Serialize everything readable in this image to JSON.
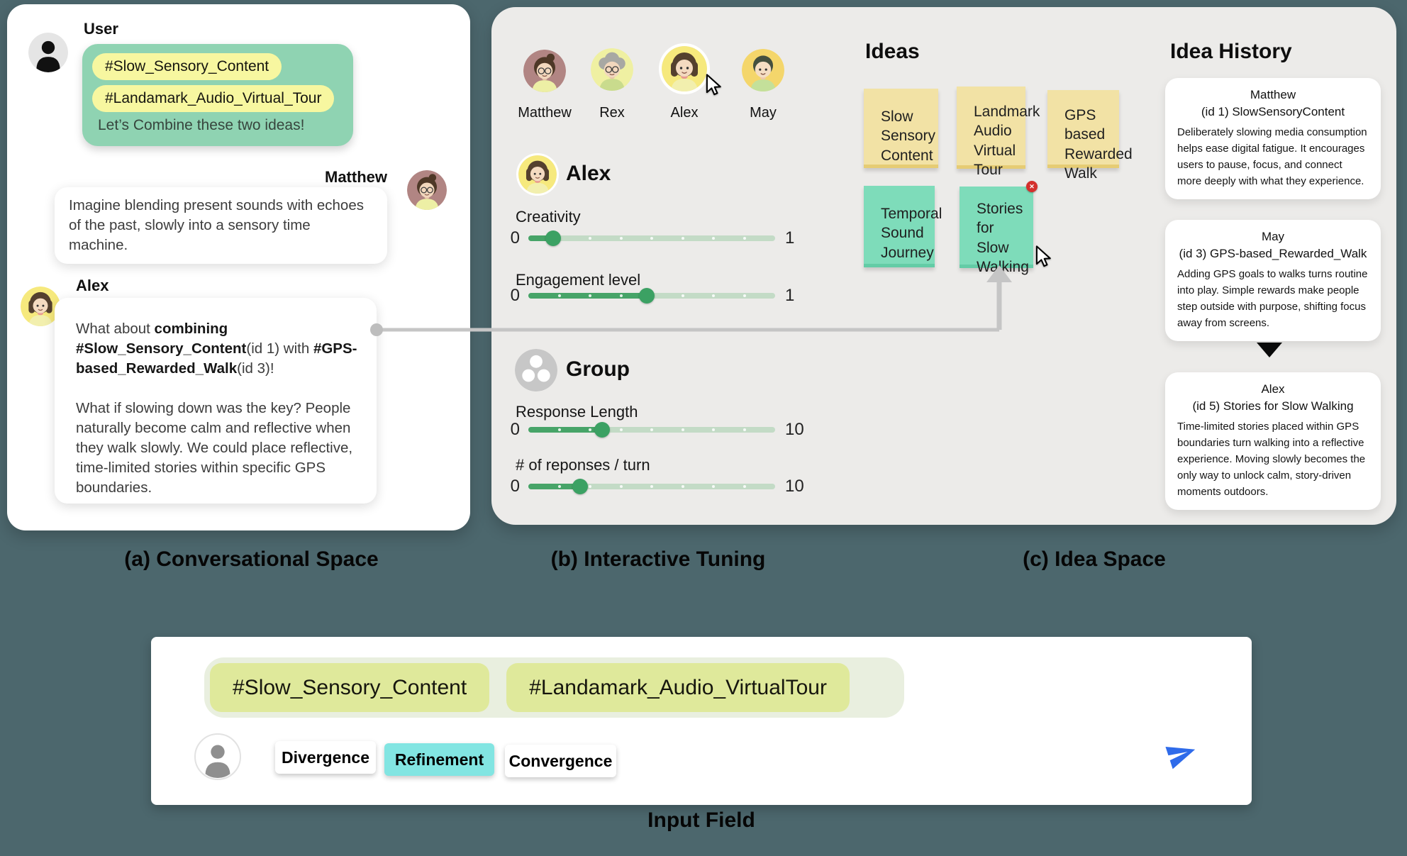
{
  "colors": {
    "background": "#4C676D",
    "panel_light": "#ECEBE9",
    "bubble_green": "#8FD3B2",
    "chip_yellow": "#F7F7A0",
    "note_yellow": "#F2E2A5",
    "note_green": "#7EDCBA",
    "slider_green": "#47A468",
    "refinement_cyan": "#82E5E2",
    "send_blue": "#2F6BEA",
    "badge_red": "#D4302C",
    "connector_gray": "#C5C5C5"
  },
  "conversation": {
    "caption": "(a) Conversational Space",
    "user": {
      "name": "User",
      "chips": [
        "#Slow_Sensory_Content",
        "#Landamark_Audio_Virtual_Tour"
      ],
      "message": "Let’s Combine these two ideas!"
    },
    "matthew": {
      "name": "Matthew",
      "message": "Imagine blending present sounds with echoes of the past, slowly into a sensory time machine."
    },
    "alex": {
      "name": "Alex",
      "p1": {
        "t1": "What about ",
        "b1": "combining #Slow_Sensory_Content",
        "t2": "(id 1) with ",
        "b2": "#GPS-based_Rewarded_Walk",
        "t3": "(id 3)!"
      },
      "p2": "What if slowing down was the key? People naturally become calm and reflective when they walk slowly. We could place reflective, time-limited stories within specific GPS boundaries."
    }
  },
  "tuning": {
    "caption": "(b) Interactive Tuning",
    "participants": [
      {
        "name": "Matthew"
      },
      {
        "name": "Rex"
      },
      {
        "name": "Alex"
      },
      {
        "name": "May"
      }
    ],
    "agent": {
      "name": "Alex",
      "sliders": [
        {
          "label": "Creativity",
          "min": "0",
          "max": "1",
          "value": 0.1
        },
        {
          "label": "Engagement level",
          "min": "0",
          "max": "1",
          "value": 0.48
        }
      ]
    },
    "group": {
      "name": "Group",
      "sliders": [
        {
          "label": "Response Length",
          "min": "0",
          "max": "10",
          "value": 0.3
        },
        {
          "label": "# of reponses / turn",
          "min": "0",
          "max": "10",
          "value": 0.21
        }
      ]
    }
  },
  "ideas": {
    "caption": "(c) Idea Space",
    "title": "Ideas",
    "notes": [
      {
        "text": "Slow\nSensory\nContent"
      },
      {
        "text": "Landmark\nAudio\nVirtual\nTour"
      },
      {
        "text": "GPS\nbased\nRewarded\nWalk"
      },
      {
        "text": "Temporal\nSound\nJourney"
      },
      {
        "text": "Stories\nfor\nSlow\nWalking",
        "delete_icon": "✕"
      }
    ]
  },
  "history": {
    "title": "Idea History",
    "cards": [
      {
        "author": "Matthew",
        "id_line": "(id 1) SlowSensoryContent",
        "body": "Deliberately slowing media consumption helps ease digital fatigue. It encourages users to pause, focus, and connect more deeply with what they experience."
      },
      {
        "author": "May",
        "id_line": "(id 3) GPS-based_Rewarded_Walk",
        "body": "Adding GPS goals to walks turns routine into play. Simple rewards make people step outside with purpose, shifting focus away from screens."
      },
      {
        "author": "Alex",
        "id_line": "(id 5) Stories for Slow Walking",
        "body": "Time-limited stories placed within GPS boundaries turn walking into a reflective experience. Moving slowly becomes the only way to unlock calm, story-driven moments outdoors."
      }
    ]
  },
  "input": {
    "caption": "Input Field",
    "chips": [
      "#Slow_Sensory_Content",
      "#Landamark_Audio_VirtualTour"
    ],
    "buttons": [
      {
        "label": "Divergence"
      },
      {
        "label": "Refinement"
      },
      {
        "label": "Convergence"
      }
    ]
  }
}
